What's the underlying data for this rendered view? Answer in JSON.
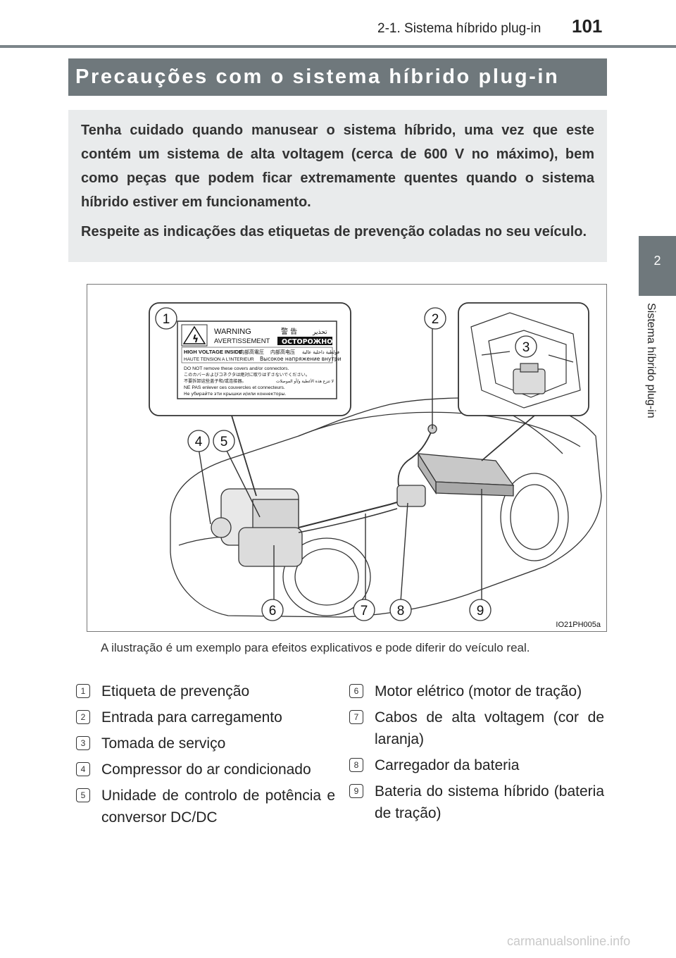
{
  "header": {
    "section": "2-1. Sistema híbrido plug-in",
    "page_number": "101"
  },
  "side_tab": {
    "number": "2",
    "label": "Sistema híbrido plug-in"
  },
  "title": "Precauções com o sistema híbrido plug-in",
  "intro": {
    "paragraph1": "Tenha cuidado quando manusear o sistema híbrido, uma vez que este contém um sistema de alta voltagem (cerca de 600 V no máximo), bem como peças que podem ficar extremamente quentes quando o sistema híbrido estiver em funcionamento.",
    "paragraph2": "Respeite as indicações das etiquetas de prevenção coladas no seu veículo."
  },
  "illustration": {
    "code": "IO21PH005a",
    "callouts": [
      "1",
      "2",
      "3",
      "4",
      "5",
      "6",
      "7",
      "8",
      "9"
    ],
    "label_text": {
      "warning": "WARNING",
      "kanji_warning": "警 告",
      "arabic_warning": "تحذير",
      "avertissement": "AVERTISSEMENT",
      "ostorozhno": "ОСТОРОЖНО",
      "high_voltage": "HIGH VOLTAGE INSIDE",
      "jp_hv1": "内部高電圧",
      "jp_hv2": "内部高电压",
      "ar_hv": "فولطية داخلية عالية",
      "haute_tension": "HAUTE TENSION A L'INTERIEUR",
      "ru_hv": "Высокое напряжение внутри",
      "do_not": "DO NOT remove these covers and/or connectors.",
      "jp_do_not": "このカバーおよびコネクタは絶対に取りはずさないでください。",
      "cn_do_not": "不要拆卸这些盖子和/或连接器。",
      "ar_do_not": "لا تنزع هذه الأغطية و/أو الموصلات",
      "ne_pas": "NE PAS enlever ces couvercles et connecteurs.",
      "ru_do_not": "Не убирайте эти крышки и/или коннекторы."
    }
  },
  "caption": "A ilustração é um exemplo para efeitos explicativos e pode diferir do veículo real.",
  "legend_left": [
    {
      "num": "1",
      "text": "Etiqueta de prevenção"
    },
    {
      "num": "2",
      "text": "Entrada para carregamento"
    },
    {
      "num": "3",
      "text": "Tomada de serviço"
    },
    {
      "num": "4",
      "text": "Compressor do ar condicionado"
    },
    {
      "num": "5",
      "text": "Unidade de controlo de potência e conversor DC/DC"
    }
  ],
  "legend_right": [
    {
      "num": "6",
      "text": "Motor elétrico (motor de tração)"
    },
    {
      "num": "7",
      "text": "Cabos de alta voltagem (cor de laranja)"
    },
    {
      "num": "8",
      "text": "Carregador da bateria"
    },
    {
      "num": "9",
      "text": "Bateria do sistema híbrido (bateria de tração)"
    }
  ],
  "watermark": "carmanualsonline.info",
  "colors": {
    "title_bar": "#6f787c",
    "intro_bg": "#e9ebec",
    "rule": "#7c858a"
  }
}
